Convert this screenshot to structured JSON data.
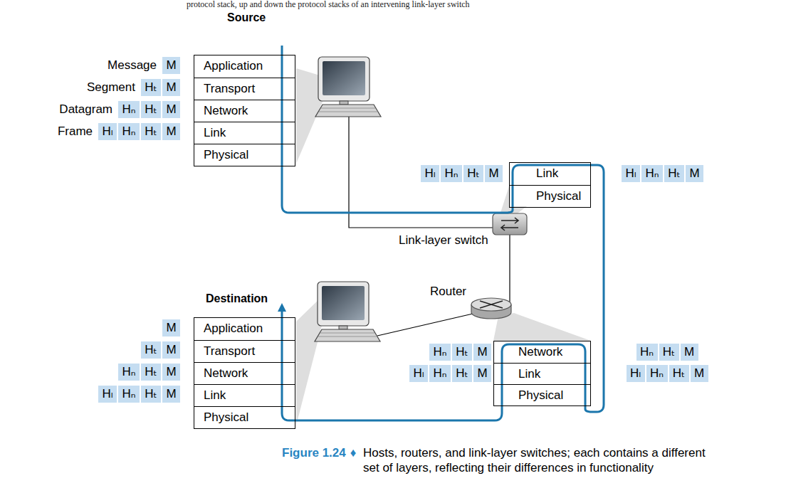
{
  "diagram": {
    "caption": "Hosts, routers, and link-layer switches; each contains a different set of layers, reflecting their differences in functionality",
    "nodes": [
      {
        "text": [
          "Source"
        ]
      },
      {
        "text": [
          "Application"
        ],
        "in": 0
      },
      {
        "text": [
          "Transport"
        ],
        "in": 0
      },
      {
        "text": [
          "Network"
        ],
        "in": 0
      },
      {
        "text": [
          "Link"
        ],
        "in": 0
      },
      {
        "text": [
          "Physical"
        ],
        "in": 0
      },
      {
        "text": [
          "M"
        ]
      },
      {
        "text": [
          "Hₜ"
        ]
      },
      {
        "text": [
          "M"
        ]
      },
      {
        "text": [
          "Hₙ"
        ]
      },
      {
        "text": [
          "Hₜ"
        ]
      },
      {
        "text": [
          "M"
        ]
      },
      {
        "text": [
          "Hₗ"
        ]
      },
      {
        "text": [
          "Hₙ"
        ]
      },
      {
        "text": [
          "Hₜ"
        ]
      },
      {
        "text": [
          "M"
        ]
      },
      {
        "text": []
      },
      {
        "text": [
          "Link"
        ],
        "in": 16
      },
      {
        "text": [
          "Physical"
        ],
        "in": 16
      },
      {
        "text": [
          "Hₗ"
        ]
      },
      {
        "text": [
          "Hₙ"
        ]
      },
      {
        "text": [
          "Hₜ"
        ]
      },
      {
        "text": [
          "M"
        ]
      },
      {
        "text": [
          "Hₗ"
        ]
      },
      {
        "text": [
          "Hₙ"
        ]
      },
      {
        "text": [
          "Hₜ"
        ]
      },
      {
        "text": [
          "M"
        ]
      },
      {
        "text": [
          "Destination"
        ]
      },
      {
        "text": [
          "Application"
        ],
        "in": 27
      },
      {
        "text": [
          "Transport"
        ],
        "in": 27
      },
      {
        "text": [
          "Network"
        ],
        "in": 27
      },
      {
        "text": [
          "Link"
        ],
        "in": 27
      },
      {
        "text": [
          "Physical"
        ],
        "in": 27
      },
      {
        "text": [
          "M"
        ]
      },
      {
        "text": [
          "Hₜ"
        ]
      },
      {
        "text": [
          "M"
        ]
      },
      {
        "text": [
          "Hₙ"
        ]
      },
      {
        "text": [
          "Hₜ"
        ]
      },
      {
        "text": [
          "M"
        ]
      },
      {
        "text": [
          "Hₗ"
        ]
      },
      {
        "text": [
          "Hₙ"
        ]
      },
      {
        "text": [
          "Hₜ"
        ]
      },
      {
        "text": [
          "M"
        ]
      },
      {
        "text": []
      },
      {
        "text": [
          "Network"
        ],
        "in": 43
      },
      {
        "text": [
          "Link"
        ],
        "in": 43
      },
      {
        "text": [
          "Physical"
        ],
        "in": 43
      },
      {
        "text": [
          "Hₙ"
        ]
      },
      {
        "text": [
          "Hₜ"
        ]
      },
      {
        "text": [
          "M"
        ]
      },
      {
        "text": [
          "Hₗ"
        ]
      },
      {
        "text": [
          "Hₙ"
        ]
      },
      {
        "text": [
          "Hₜ"
        ]
      },
      {
        "text": [
          "M"
        ]
      },
      {
        "text": [
          "Hₙ"
        ]
      },
      {
        "text": [
          "Hₜ"
        ]
      },
      {
        "text": [
          "M"
        ]
      },
      {
        "text": [
          "Hₗ"
        ]
      },
      {
        "text": [
          "Hₙ"
        ]
      },
      {
        "text": [
          "Hₜ"
        ]
      },
      {
        "text": [
          "M"
        ]
      }
    ],
    "edges": [
      {
        "from": 0,
        "to": 16,
        "arrow": "none"
      },
      {
        "from": 16,
        "to": 43,
        "arrow": "none"
      },
      {
        "from": 43,
        "to": 27,
        "arrow": "to"
      }
    ],
    "labels": [
      "protocol stack, up and down the protocol stacks of an intervening link-layer switch",
      "Message",
      "Segment",
      "Datagram",
      "Frame",
      "Link-layer switch",
      "Router",
      "Figure 1.24",
      "♦"
    ]
  }
}
